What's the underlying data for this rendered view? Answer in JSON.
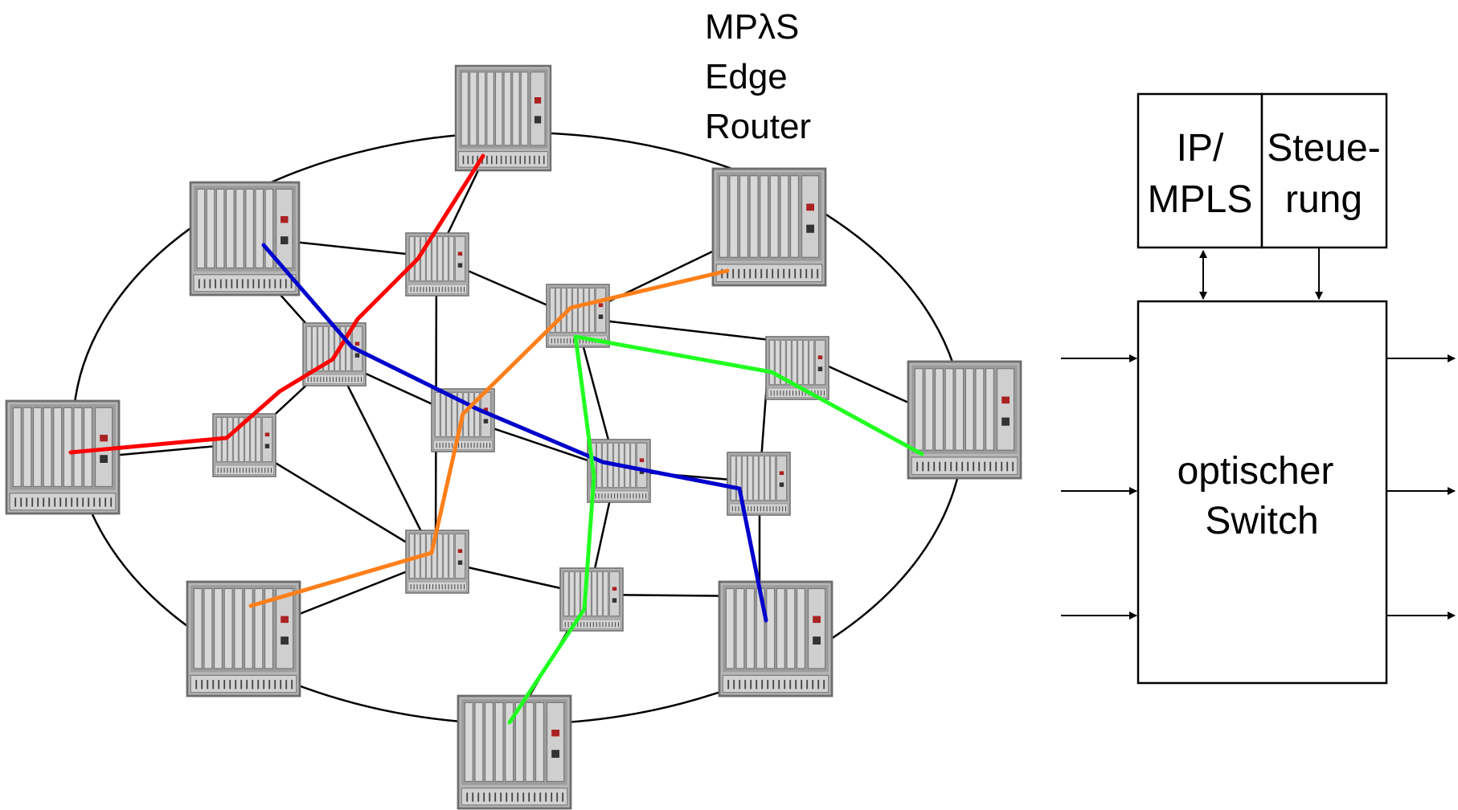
{
  "title_lines": [
    "MPλS",
    "Edge",
    "Router"
  ],
  "ctrl": {
    "ip_lines": [
      "IP/",
      "MPLS"
    ],
    "st_lines": [
      "Steue-",
      "rung"
    ],
    "switch_lines": [
      "optischer",
      "Switch"
    ]
  },
  "paths": [
    {
      "id": "path-red",
      "color": "#ff0000"
    },
    {
      "id": "path-blue",
      "color": "#0000cc"
    },
    {
      "id": "path-orange",
      "color": "#ff7f1a"
    },
    {
      "id": "path-green",
      "color": "#22ff22"
    }
  ],
  "router_icon": "router-chassis-icon"
}
